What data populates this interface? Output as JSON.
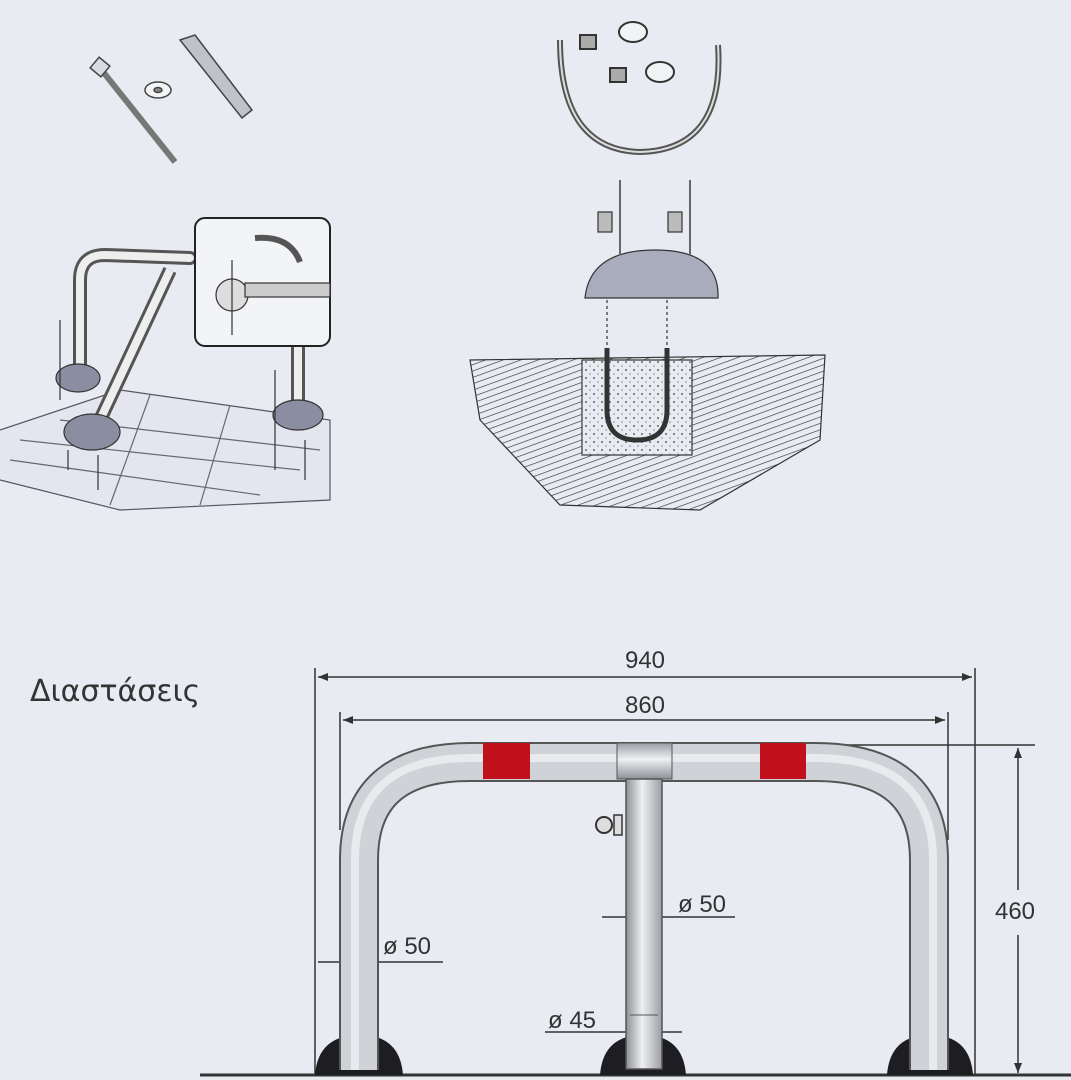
{
  "section_title": "Διαστάσεις",
  "dimensions": {
    "overall_width": "940",
    "inner_width": "860",
    "height": "460",
    "leg_diameter": "ø 50",
    "post_diameter": "ø 50",
    "post_base_diameter": "ø 45"
  },
  "colors": {
    "background": "#e9ebf2",
    "tube": "#c9ccd2",
    "reflective_band": "#c0101c",
    "line": "#333333"
  }
}
